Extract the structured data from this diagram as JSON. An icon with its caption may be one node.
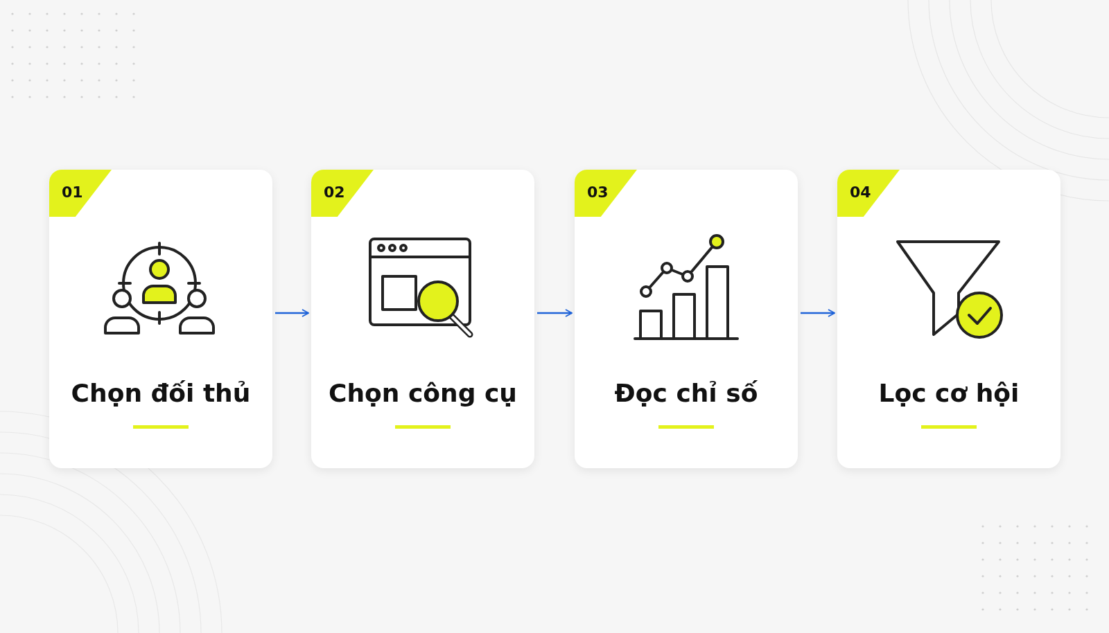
{
  "diagram": {
    "nodes": [
      {
        "text": [
          "01",
          "Chọn đối thủ"
        ]
      },
      {
        "text": [
          "02",
          "Chọn công cụ"
        ]
      },
      {
        "text": [
          "03",
          "Đọc chỉ số"
        ]
      },
      {
        "text": [
          "04",
          "Lọc cơ hội"
        ]
      }
    ],
    "edges": [
      {
        "from": 0,
        "to": 1,
        "arrow": "to"
      },
      {
        "from": 1,
        "to": 2,
        "arrow": "to"
      },
      {
        "from": 2,
        "to": 3,
        "arrow": "to"
      }
    ]
  }
}
